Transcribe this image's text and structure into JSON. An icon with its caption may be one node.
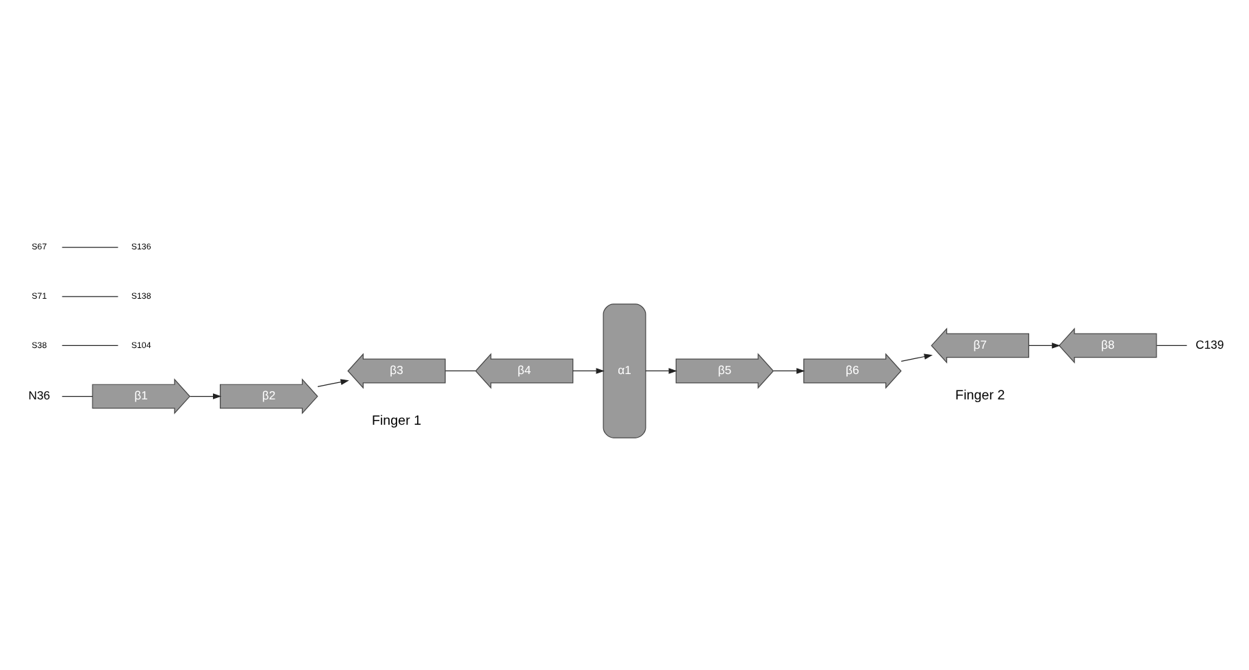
{
  "diagram": {
    "nodes": [
      {
        "text": [
          "N36"
        ]
      },
      {
        "text": [
          "β1"
        ]
      },
      {
        "text": [
          "β2"
        ]
      },
      {
        "text": [
          "β3"
        ]
      },
      {
        "text": [
          "β4"
        ]
      },
      {
        "text": [
          "α1"
        ]
      },
      {
        "text": [
          "β5"
        ]
      },
      {
        "text": [
          "β6"
        ]
      },
      {
        "text": [
          "β7"
        ]
      },
      {
        "text": [
          "β8"
        ]
      },
      {
        "text": [
          "C139"
        ]
      },
      {
        "text": [
          "S38"
        ]
      },
      {
        "text": [
          "S71"
        ]
      },
      {
        "text": [
          "S67"
        ]
      },
      {
        "text": [
          "S138"
        ]
      },
      {
        "text": [
          "S136"
        ]
      },
      {
        "text": [
          "S104"
        ]
      }
    ],
    "edges": [
      {
        "from": 0,
        "to": 1,
        "arrow": "none"
      },
      {
        "from": 1,
        "to": 2,
        "arrow": "to"
      },
      {
        "from": 2,
        "to": 3,
        "arrow": "to"
      },
      {
        "from": 3,
        "to": 4,
        "arrow": "none"
      },
      {
        "from": 4,
        "to": 5,
        "arrow": "to"
      },
      {
        "from": 5,
        "to": 6,
        "arrow": "to"
      },
      {
        "from": 6,
        "to": 7,
        "arrow": "to"
      },
      {
        "from": 7,
        "to": 8,
        "arrow": "to"
      },
      {
        "from": 8,
        "to": 9,
        "arrow": "to"
      },
      {
        "from": 9,
        "to": 10,
        "arrow": "none"
      },
      {
        "from": 11,
        "to": 16,
        "arrow": "none"
      },
      {
        "from": 12,
        "to": 14,
        "arrow": "none"
      },
      {
        "from": 13,
        "to": 15,
        "arrow": "none"
      }
    ],
    "labels": [
      "Finger 1",
      "Finger 2"
    ]
  }
}
